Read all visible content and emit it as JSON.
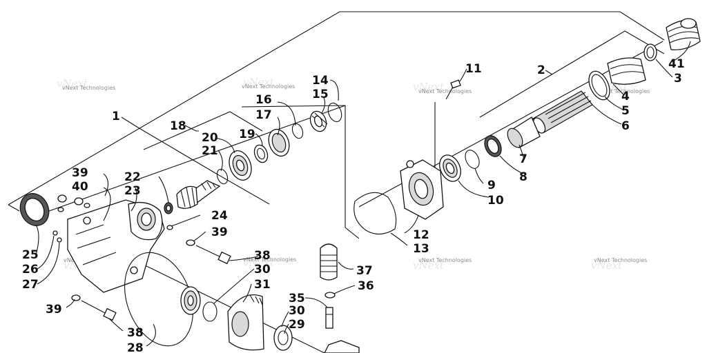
{
  "watermark": "vNext Technologies",
  "callouts": [
    {
      "id": "c1",
      "label": "1"
    },
    {
      "id": "c2",
      "label": "2"
    },
    {
      "id": "c3",
      "label": "3"
    },
    {
      "id": "c4",
      "label": "4"
    },
    {
      "id": "c5",
      "label": "5"
    },
    {
      "id": "c6",
      "label": "6"
    },
    {
      "id": "c7",
      "label": "7"
    },
    {
      "id": "c8",
      "label": "8"
    },
    {
      "id": "c9",
      "label": "9"
    },
    {
      "id": "c10",
      "label": "10"
    },
    {
      "id": "c11",
      "label": "11"
    },
    {
      "id": "c12",
      "label": "12"
    },
    {
      "id": "c13",
      "label": "13"
    },
    {
      "id": "c14",
      "label": "14"
    },
    {
      "id": "c15",
      "label": "15"
    },
    {
      "id": "c16",
      "label": "16"
    },
    {
      "id": "c17",
      "label": "17"
    },
    {
      "id": "c18",
      "label": "18"
    },
    {
      "id": "c19",
      "label": "19"
    },
    {
      "id": "c20",
      "label": "20"
    },
    {
      "id": "c21",
      "label": "21"
    },
    {
      "id": "c22",
      "label": "22"
    },
    {
      "id": "c23",
      "label": "23"
    },
    {
      "id": "c24",
      "label": "24"
    },
    {
      "id": "c25",
      "label": "25"
    },
    {
      "id": "c26",
      "label": "26"
    },
    {
      "id": "c27",
      "label": "27"
    },
    {
      "id": "c28",
      "label": "28"
    },
    {
      "id": "c29",
      "label": "29"
    },
    {
      "id": "c30a",
      "label": "30"
    },
    {
      "id": "c30b",
      "label": "30"
    },
    {
      "id": "c31",
      "label": "31"
    },
    {
      "id": "c35",
      "label": "35"
    },
    {
      "id": "c36",
      "label": "36"
    },
    {
      "id": "c37",
      "label": "37"
    },
    {
      "id": "c38a",
      "label": "38"
    },
    {
      "id": "c38b",
      "label": "38"
    },
    {
      "id": "c39a",
      "label": "39"
    },
    {
      "id": "c39b",
      "label": "39"
    },
    {
      "id": "c39c",
      "label": "39"
    },
    {
      "id": "c40",
      "label": "40"
    },
    {
      "id": "c41",
      "label": "41"
    }
  ]
}
